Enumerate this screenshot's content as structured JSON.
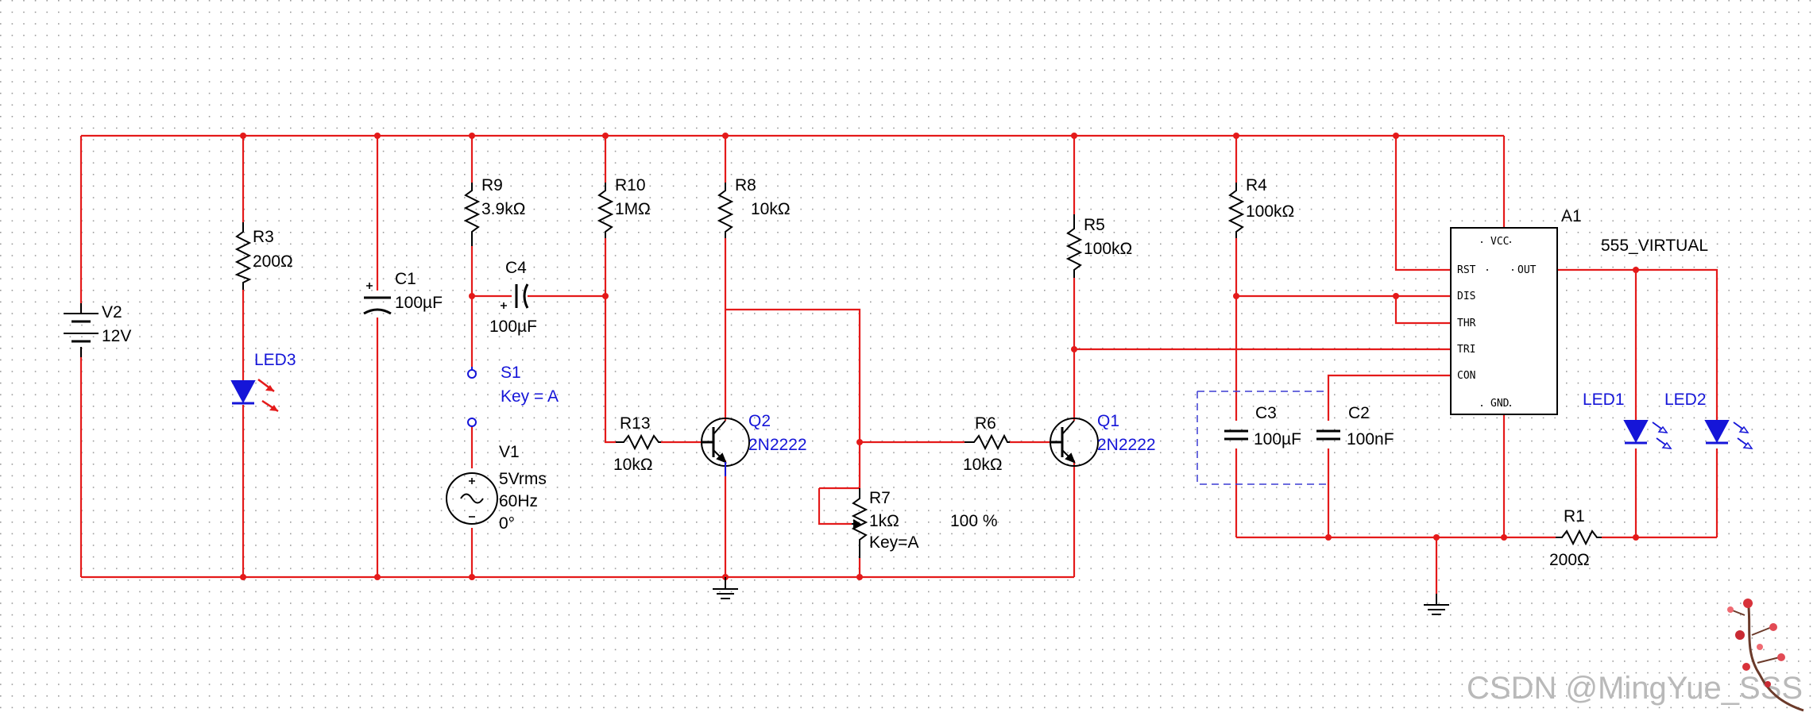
{
  "components": {
    "V2": {
      "name": "V2",
      "value": "12V"
    },
    "R3": {
      "name": "R3",
      "value": "200Ω"
    },
    "LED3": {
      "name": "LED3"
    },
    "C1": {
      "name": "C1",
      "value": "100µF"
    },
    "R9": {
      "name": "R9",
      "value": "3.9kΩ"
    },
    "C4": {
      "name": "C4",
      "value": "100µF"
    },
    "S1": {
      "name": "S1",
      "key": "Key = A"
    },
    "V1": {
      "name": "V1",
      "amplitude": "5Vrms",
      "frequency": "60Hz",
      "phase": "0°"
    },
    "R10": {
      "name": "R10",
      "value": "1MΩ"
    },
    "R13": {
      "name": "R13",
      "value": "10kΩ"
    },
    "R8": {
      "name": "R8",
      "value": "10kΩ"
    },
    "Q2": {
      "name": "Q2",
      "model": "2N2222"
    },
    "R7": {
      "name": "R7",
      "value": "1kΩ",
      "key": "Key=A",
      "setting": "100 %"
    },
    "R6": {
      "name": "R6",
      "value": "10kΩ"
    },
    "R5": {
      "name": "R5",
      "value": "100kΩ"
    },
    "Q1": {
      "name": "Q1",
      "model": "2N2222"
    },
    "R4": {
      "name": "R4",
      "value": "100kΩ"
    },
    "C3": {
      "name": "C3",
      "value": "100µF"
    },
    "C2": {
      "name": "C2",
      "value": "100nF"
    },
    "A1": {
      "name": "A1",
      "model": "555_VIRTUAL",
      "pins": {
        "vcc": "VCC",
        "rst": "RST",
        "out": "OUT",
        "dis": "DIS",
        "thr": "THR",
        "tri": "TRI",
        "con": "CON",
        "gnd": "GND"
      }
    },
    "LED1": {
      "name": "LED1"
    },
    "LED2": {
      "name": "LED2"
    },
    "R1": {
      "name": "R1",
      "value": "200Ω"
    }
  },
  "watermark": "CSDN @MingYue_SSS",
  "colors": {
    "wire": "#e41a1a",
    "component": "#000000",
    "label_blue": "#1515d8",
    "junction": "#e41a1a",
    "background_grid": "#9a9a9a",
    "led_body": "#1515d8"
  }
}
